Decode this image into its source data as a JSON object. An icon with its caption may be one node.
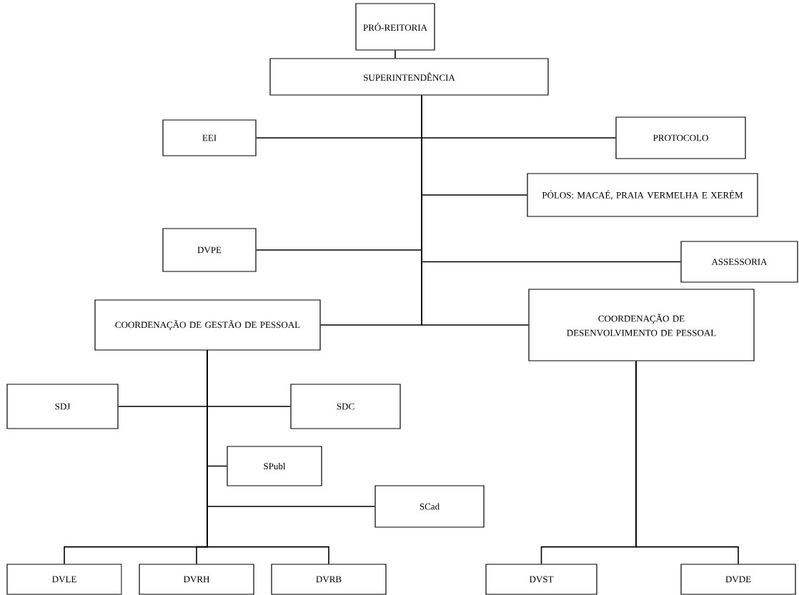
{
  "diagram": {
    "nodes": [
      {
        "text": [
          "PRÓ-REITORIA"
        ]
      },
      {
        "text": [
          "SUPERINTENDÊNCIA"
        ]
      },
      {
        "text": [
          "PROTOCOLO"
        ]
      },
      {
        "text": [
          "EEI"
        ]
      },
      {
        "text": [
          "PÓLOS: MACAÉ, PRAIA VERMELHA E XERÉM"
        ]
      },
      {
        "text": [
          "DVPE"
        ]
      },
      {
        "text": [
          "ASSESSORIA"
        ]
      },
      {
        "text": [
          "COORDENAÇÃO DE GESTÃO DE PESSOAL"
        ]
      },
      {
        "text": [
          "COORDENAÇÃO DE DESENVOLVIMENTO DE PESSOAL"
        ]
      },
      {
        "text": [
          "SDJ"
        ]
      },
      {
        "text": [
          "SDC"
        ]
      },
      {
        "text": [
          "SPubl"
        ]
      },
      {
        "text": [
          "SCad"
        ]
      },
      {
        "text": [
          "DVLE"
        ]
      },
      {
        "text": [
          "DVRH"
        ]
      },
      {
        "text": [
          "DVRB"
        ]
      },
      {
        "text": [
          "DVST"
        ]
      },
      {
        "text": [
          "DVDE"
        ]
      }
    ],
    "edges": [
      {
        "from": 0,
        "to": 1,
        "arrow": "none"
      },
      {
        "from": 1,
        "to": 2,
        "arrow": "none"
      },
      {
        "from": 1,
        "to": 3,
        "arrow": "none"
      },
      {
        "from": 1,
        "to": 4,
        "arrow": "none"
      },
      {
        "from": 1,
        "to": 5,
        "arrow": "none"
      },
      {
        "from": 1,
        "to": 6,
        "arrow": "none"
      },
      {
        "from": 1,
        "to": 7,
        "arrow": "none"
      },
      {
        "from": 1,
        "to": 8,
        "arrow": "none"
      },
      {
        "from": 7,
        "to": 9,
        "arrow": "none"
      },
      {
        "from": 7,
        "to": 10,
        "arrow": "none"
      },
      {
        "from": 7,
        "to": 11,
        "arrow": "none"
      },
      {
        "from": 7,
        "to": 12,
        "arrow": "none"
      },
      {
        "from": 7,
        "to": 13,
        "arrow": "none"
      },
      {
        "from": 7,
        "to": 14,
        "arrow": "none"
      },
      {
        "from": 7,
        "to": 15,
        "arrow": "none"
      },
      {
        "from": 8,
        "to": 16,
        "arrow": "none"
      },
      {
        "from": 8,
        "to": 17,
        "arrow": "none"
      }
    ]
  }
}
